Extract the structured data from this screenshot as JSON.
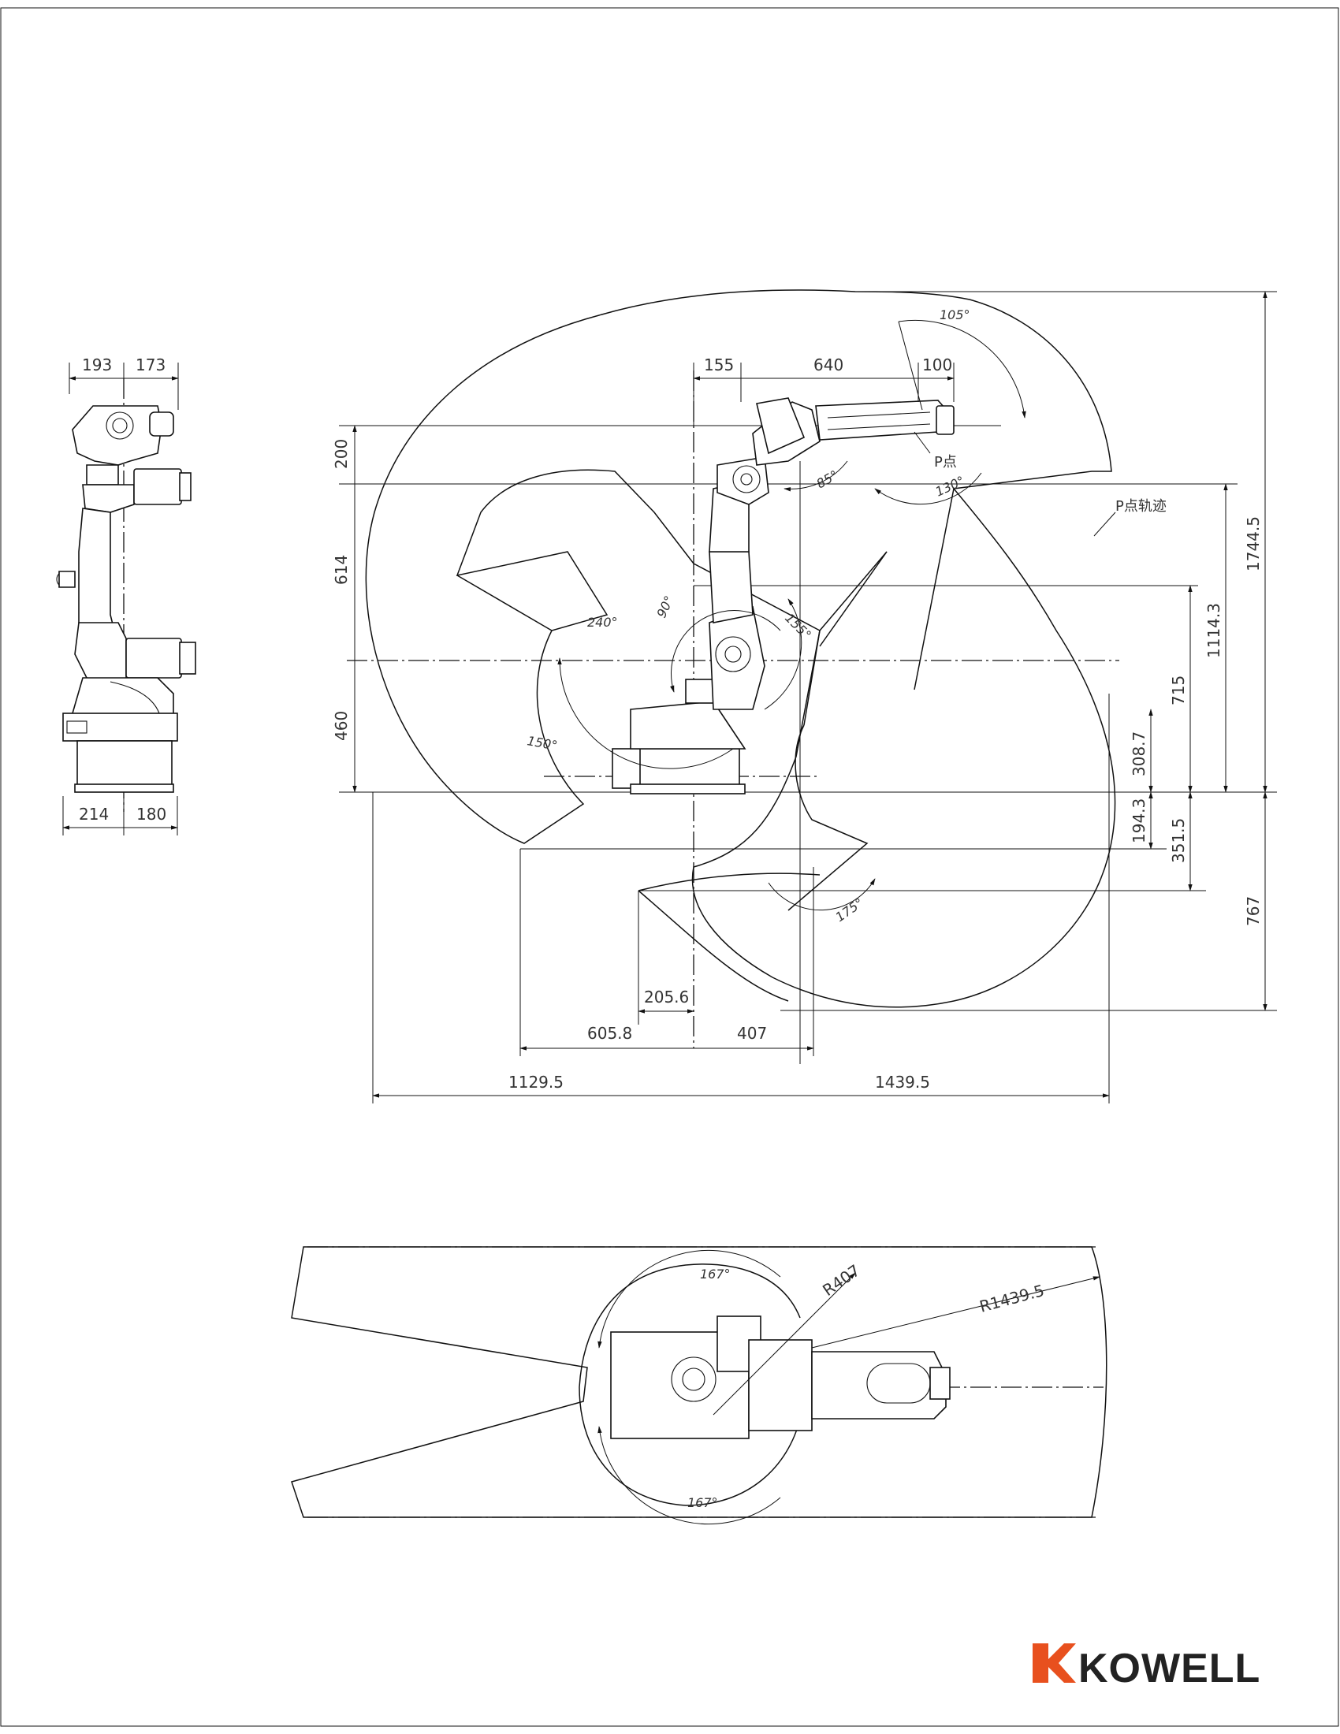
{
  "brand": {
    "name": "KOWELL",
    "accent": "#e8501e"
  },
  "side_view": {
    "top_dims": [
      "193",
      "173"
    ],
    "bottom_dims": [
      "214",
      "180"
    ]
  },
  "front_view": {
    "top_dims": {
      "offset": "155",
      "upper_arm": "640",
      "wrist": "100"
    },
    "left_dims": {
      "a": "200",
      "b": "614",
      "c": "460"
    },
    "right_dims": {
      "total_up": "1744.5",
      "p_height": "1114.3",
      "j2_height": "715",
      "base_height": "308.7",
      "below_a": "194.3",
      "below_b": "351.5",
      "total_down": "767"
    },
    "bottom_dims": {
      "d1": "205.6",
      "d2": "605.8",
      "d3": "407",
      "reach_back": "1129.5",
      "reach_front": "1439.5"
    },
    "angles": [
      "105°",
      "85°",
      "130°",
      "240°",
      "90°",
      "155°",
      "150°",
      "175°"
    ],
    "labels": {
      "p_point": "P点",
      "p_track": "P点轨迹"
    }
  },
  "top_view": {
    "angles": [
      "167°",
      "167°"
    ],
    "radii": [
      "R407",
      "R1439.5"
    ]
  }
}
